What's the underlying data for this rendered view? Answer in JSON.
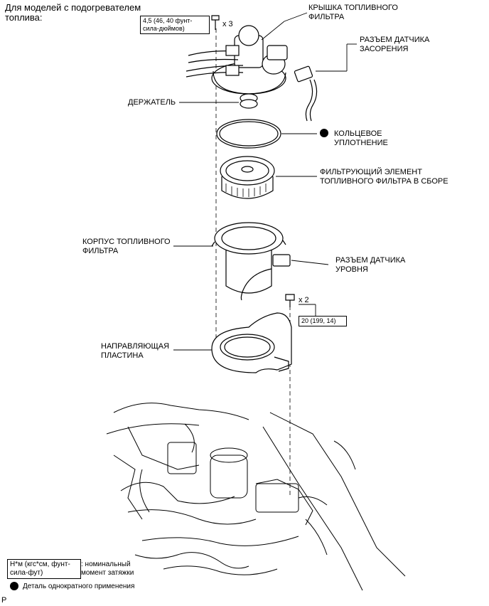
{
  "header": {
    "line1": "Для моделей с подогревателем",
    "line2": "топлива:"
  },
  "torque_top": {
    "text": "4,5 (46, 40 фунт-сила-дюймов)",
    "line1": "4,5 (46, 40 фунт-",
    "line2": "сила-дюймов)",
    "qty": "x 3"
  },
  "torque_bottom": {
    "text": "20 (199, 14)",
    "qty": "x 2"
  },
  "labels": {
    "cover": {
      "line1": "КРЫШКА ТОПЛИВНОГО",
      "line2": "ФИЛЬТРА"
    },
    "clog_sensor": {
      "line1": "РАЗЪЕМ ДАТЧИКА",
      "line2": "ЗАСОРЕНИЯ"
    },
    "holder": "ДЕРЖАТЕЛЬ",
    "o_ring": {
      "line1": "КОЛЬЦЕВОЕ",
      "line2": "УПЛОТНЕНИЕ"
    },
    "element": {
      "line1": "ФИЛЬТРУЮЩИЙ ЭЛЕМЕНТ",
      "line2": "ТОПЛИВНОГО ФИЛЬТРА В СБОРЕ"
    },
    "case": {
      "line1": "КОРПУС ТОПЛИВНОГО",
      "line2": "ФИЛЬТРА"
    },
    "level_sensor": {
      "line1": "РАЗЪЕМ ДАТЧИКА",
      "line2": "УРОВНЯ"
    },
    "guide_plate": {
      "line1": "НАПРАВЛЯЮЩАЯ",
      "line2": "ПЛАСТИНА"
    }
  },
  "legend": {
    "unit_line1": "Н*м (кгс*см, фунт-",
    "unit_line2": "сила-фут)",
    "unit_desc_line1": ": номинальный",
    "unit_desc_line2": "момент затяжки",
    "nonreusable": "Деталь однократного применения"
  },
  "page_marker": "P"
}
